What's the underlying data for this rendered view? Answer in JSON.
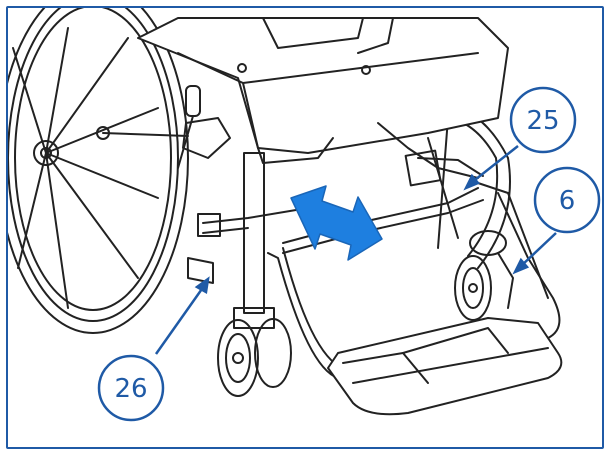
{
  "diagram": {
    "accent_color": "#1f5aa6",
    "arrow_color": "#1e7fe0",
    "callouts": [
      {
        "id": "25",
        "label": "25"
      },
      {
        "id": "6",
        "label": "6"
      },
      {
        "id": "26",
        "label": "26"
      }
    ],
    "illustration": "wheelchair-footrest-line-drawing"
  }
}
